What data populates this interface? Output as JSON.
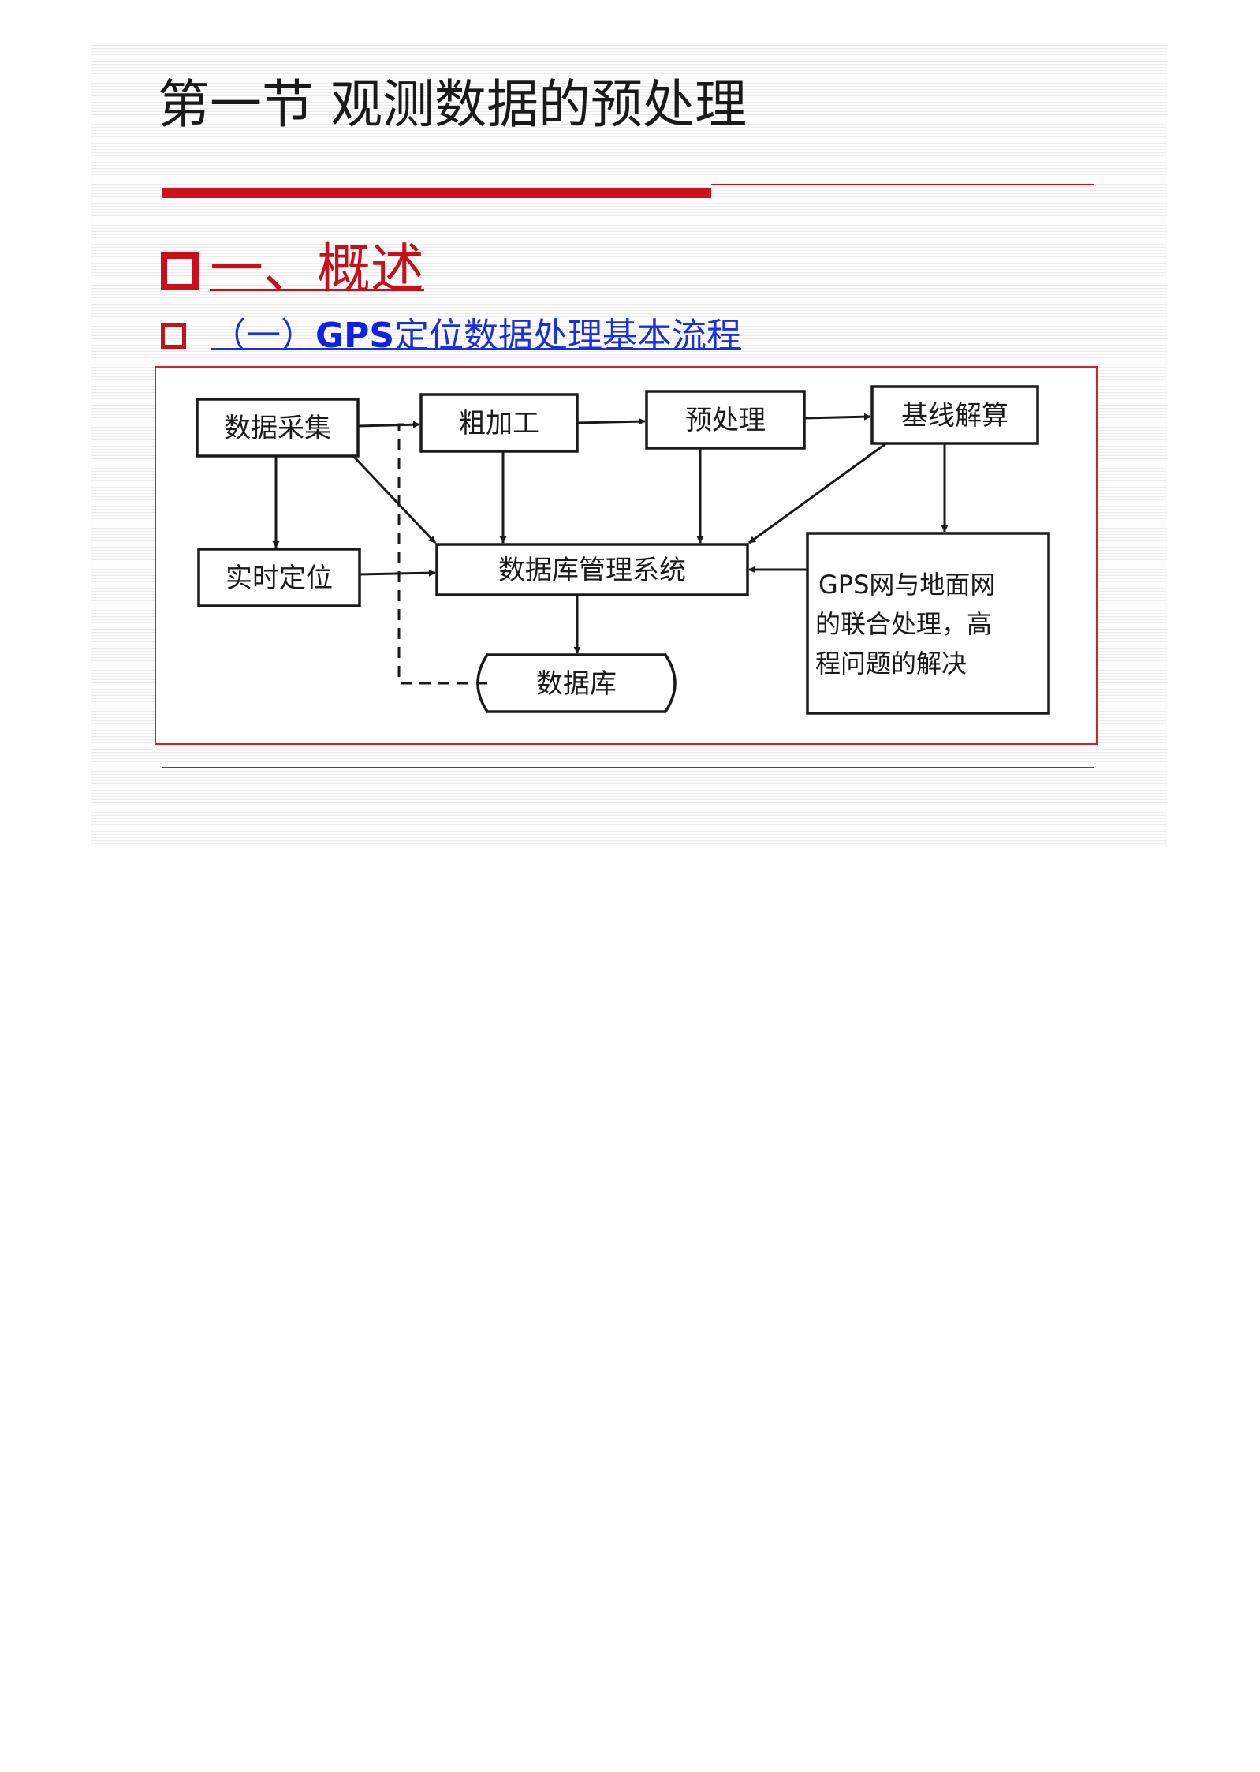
{
  "slide": {
    "title": "第一节 观测数据的预处理",
    "heading": "一、概述",
    "subheading_prefix": "（一）",
    "subheading_bold": "GPS",
    "subheading_rest": "定位数据处理基本流程"
  },
  "diagram": {
    "nodes": {
      "data_collection": "数据采集",
      "rough_processing": "粗加工",
      "preprocessing": "预处理",
      "baseline_solution": "基线解算",
      "realtime_positioning": "实时定位",
      "dbms": "数据库管理系统",
      "database": "数据库",
      "gps_ground_line1": "GPS网与地面网",
      "gps_ground_line2": "的联合处理，高",
      "gps_ground_line3": "程问题的解决"
    }
  }
}
